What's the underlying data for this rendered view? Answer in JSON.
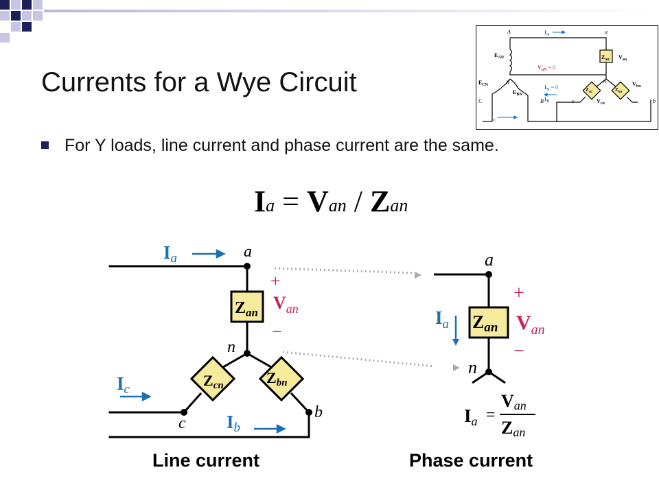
{
  "slide": {
    "title": "Currents for a Wye Circuit",
    "bullet": "For Y loads, line current and phase current are the same.",
    "formula": {
      "lhs": "I",
      "lhs_sub": "a",
      "eq": "=",
      "v": "V",
      "v_sub": "an",
      "slash": "/",
      "z": "Z",
      "z_sub": "an"
    }
  },
  "captions": {
    "left": "Line current",
    "right": "Phase current"
  },
  "inset": {
    "labels": {
      "A": "A",
      "a": "a",
      "IA": "I",
      "IA_sub": "A",
      "EAN": "E",
      "EAN_sub": "AN",
      "Zan": "Z",
      "Zan_sub": "an",
      "Van": "V",
      "Van_sub": "an",
      "VnN": "V",
      "VnN_sub": "nN",
      "VnN_val": " = 0",
      "ECN": "E",
      "ECN_sub": "CN",
      "N": "N",
      "n": "n",
      "EBN": "E",
      "EBN_sub": "BN",
      "IN": "I",
      "IN_sub": "N",
      "IN_val": " = 0",
      "Zcn": "Z",
      "Zcn_sub": "cn",
      "Zbn": "Z",
      "Zbn_sub": "bn",
      "Vbn": "V",
      "Vbn_sub": "bn",
      "C": "C",
      "B": "B",
      "IB": "I",
      "IB_sub": "B",
      "c": "c",
      "Vcn": "V",
      "Vcn_sub": "cn",
      "b": "b",
      "IC": "I",
      "IC_sub": "C",
      "plus": "+",
      "minus": "−"
    }
  },
  "line_circuit": {
    "Ia": "I",
    "Ia_sub": "a",
    "a": "a",
    "plus": "+",
    "Zan": "Z",
    "Zan_sub": "an",
    "Van": "V",
    "Van_sub": "an",
    "minus": "−",
    "n": "n",
    "Zcn": "Z",
    "Zcn_sub": "cn",
    "Zbn": "Z",
    "Zbn_sub": "bn",
    "Ic": "I",
    "Ic_sub": "c",
    "c": "c",
    "Ib": "I",
    "Ib_sub": "b",
    "b": "b"
  },
  "phase_circuit": {
    "a": "a",
    "plus": "+",
    "Ia": "I",
    "Ia_sub": "a",
    "Zan": "Z",
    "Zan_sub": "an",
    "Van": "V",
    "Van_sub": "an",
    "minus": "−",
    "n": "n",
    "f_lhs": "I",
    "f_lhs_sub": "a",
    "f_eq": "=",
    "f_num": "V",
    "f_num_sub": "an",
    "f_den": "Z",
    "f_den_sub": "an"
  },
  "colors": {
    "blue": "#1b6fb4",
    "magenta": "#c8205a",
    "yellow": "#f6eb9c",
    "dotted": "#aaaaaa",
    "bullet": "#1f1f5a"
  }
}
